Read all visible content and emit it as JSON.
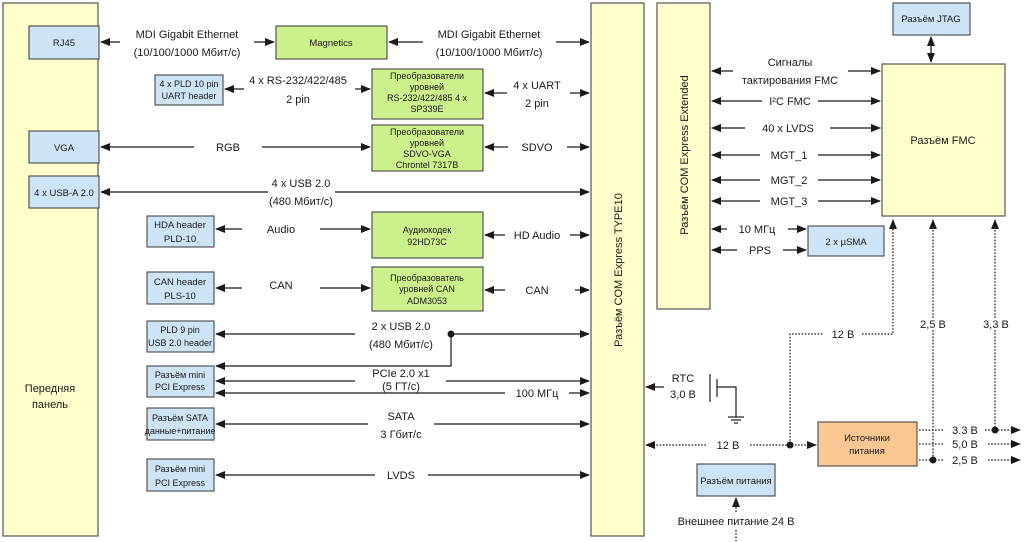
{
  "colors": {
    "connector_fill": "#ffffcc",
    "port_fill": "#cce4f6",
    "converter_fill": "#ccf08c",
    "power_fill": "#fbc792",
    "line": "#1a1a1a",
    "border": "#555555"
  },
  "blocks": {
    "front_panel": [
      "Передняя",
      "панель"
    ],
    "com_express": "Разъём COM Express TYPE10",
    "com_express_extended": "Разъём COM Express Extended",
    "fmc": "Разъём FMC",
    "jtag": "Разъём JTAG",
    "usma": "2 x µSMA",
    "power_sources": [
      "Источники",
      "питания"
    ],
    "power_connector": "Разъём питания",
    "rj45": "RJ45",
    "vga": "VGA",
    "usb_a": "4 x USB-A 2.0",
    "uart_header": [
      "4 x PLD 10 pin",
      "UART header"
    ],
    "hda_header": [
      "HDA header",
      "PLD-10"
    ],
    "can_header": [
      "CAN header",
      "PLS-10"
    ],
    "usb_header": [
      "PLD 9 pin",
      "USB 2.0 header"
    ],
    "mini_pcie_1": [
      "Разъём mini",
      "PCI Express"
    ],
    "sata_connector": [
      "Разъём SATA",
      "данные+питание"
    ],
    "mini_pcie_2": [
      "Разъём mini",
      "PCI Express"
    ],
    "magnetics": "Magnetics",
    "rs_converter": [
      "Преобразователи",
      "уровней",
      "RS-232/422/485 4 x",
      "SP339E"
    ],
    "vga_converter": [
      "Преобразователи",
      "уровней",
      "SDVO-VGA",
      "Chrontel 7317B"
    ],
    "audio_codec": [
      "Аудиокодек",
      "92HD73C"
    ],
    "can_converter": [
      "Преобразователь",
      "уровней CAN",
      "ADM3053"
    ]
  },
  "links": {
    "mdi_left": [
      "MDI Gigabit Ethernet",
      "(10/100/1000 Мбит/с)"
    ],
    "mdi_right": [
      "MDI Gigabit Ethernet",
      "(10/100/1000 Мбит/с)"
    ],
    "rs_left": [
      "4 x RS-232/422/485",
      "2 pin"
    ],
    "uart_right": [
      "4 x UART",
      "2 pin"
    ],
    "rgb": "RGB",
    "sdvo": "SDVO",
    "usb4": [
      "4 x USB 2.0",
      "(480 Мбит/с)"
    ],
    "audio": "Audio",
    "hd_audio": "HD Audio",
    "can_left": "CAN",
    "can_right": "CAN",
    "usb2": [
      "2 x USB 2.0",
      "(480 Мбит/с)"
    ],
    "pcie": [
      "PCIe 2.0 x1",
      "(5 ГТ/с)"
    ],
    "clk100": "100 МГц",
    "sata": [
      "SATA",
      "3 Гбит/с"
    ],
    "lvds": "LVDS",
    "fmc_clk": [
      "Сигналы",
      "тактирования FMC"
    ],
    "i2c_fmc": "I²C FMC",
    "lvds40": "40 x LVDS",
    "mgt1": "MGT_1",
    "mgt2": "MGT_2",
    "mgt3": "MGT_3",
    "clk10": "10 МГц",
    "pps": "PPS",
    "rtc": [
      "RTC",
      "3,0 В"
    ],
    "v12_top": "12 В",
    "v25_top": "2,5 В",
    "v33_top": "3,3 В",
    "v12_bottom": "12 В",
    "out_33": "3.3 В",
    "out_50": "5,0 В",
    "out_25": "2,5 В",
    "ext_power": "Внешнее питание 24 В"
  }
}
